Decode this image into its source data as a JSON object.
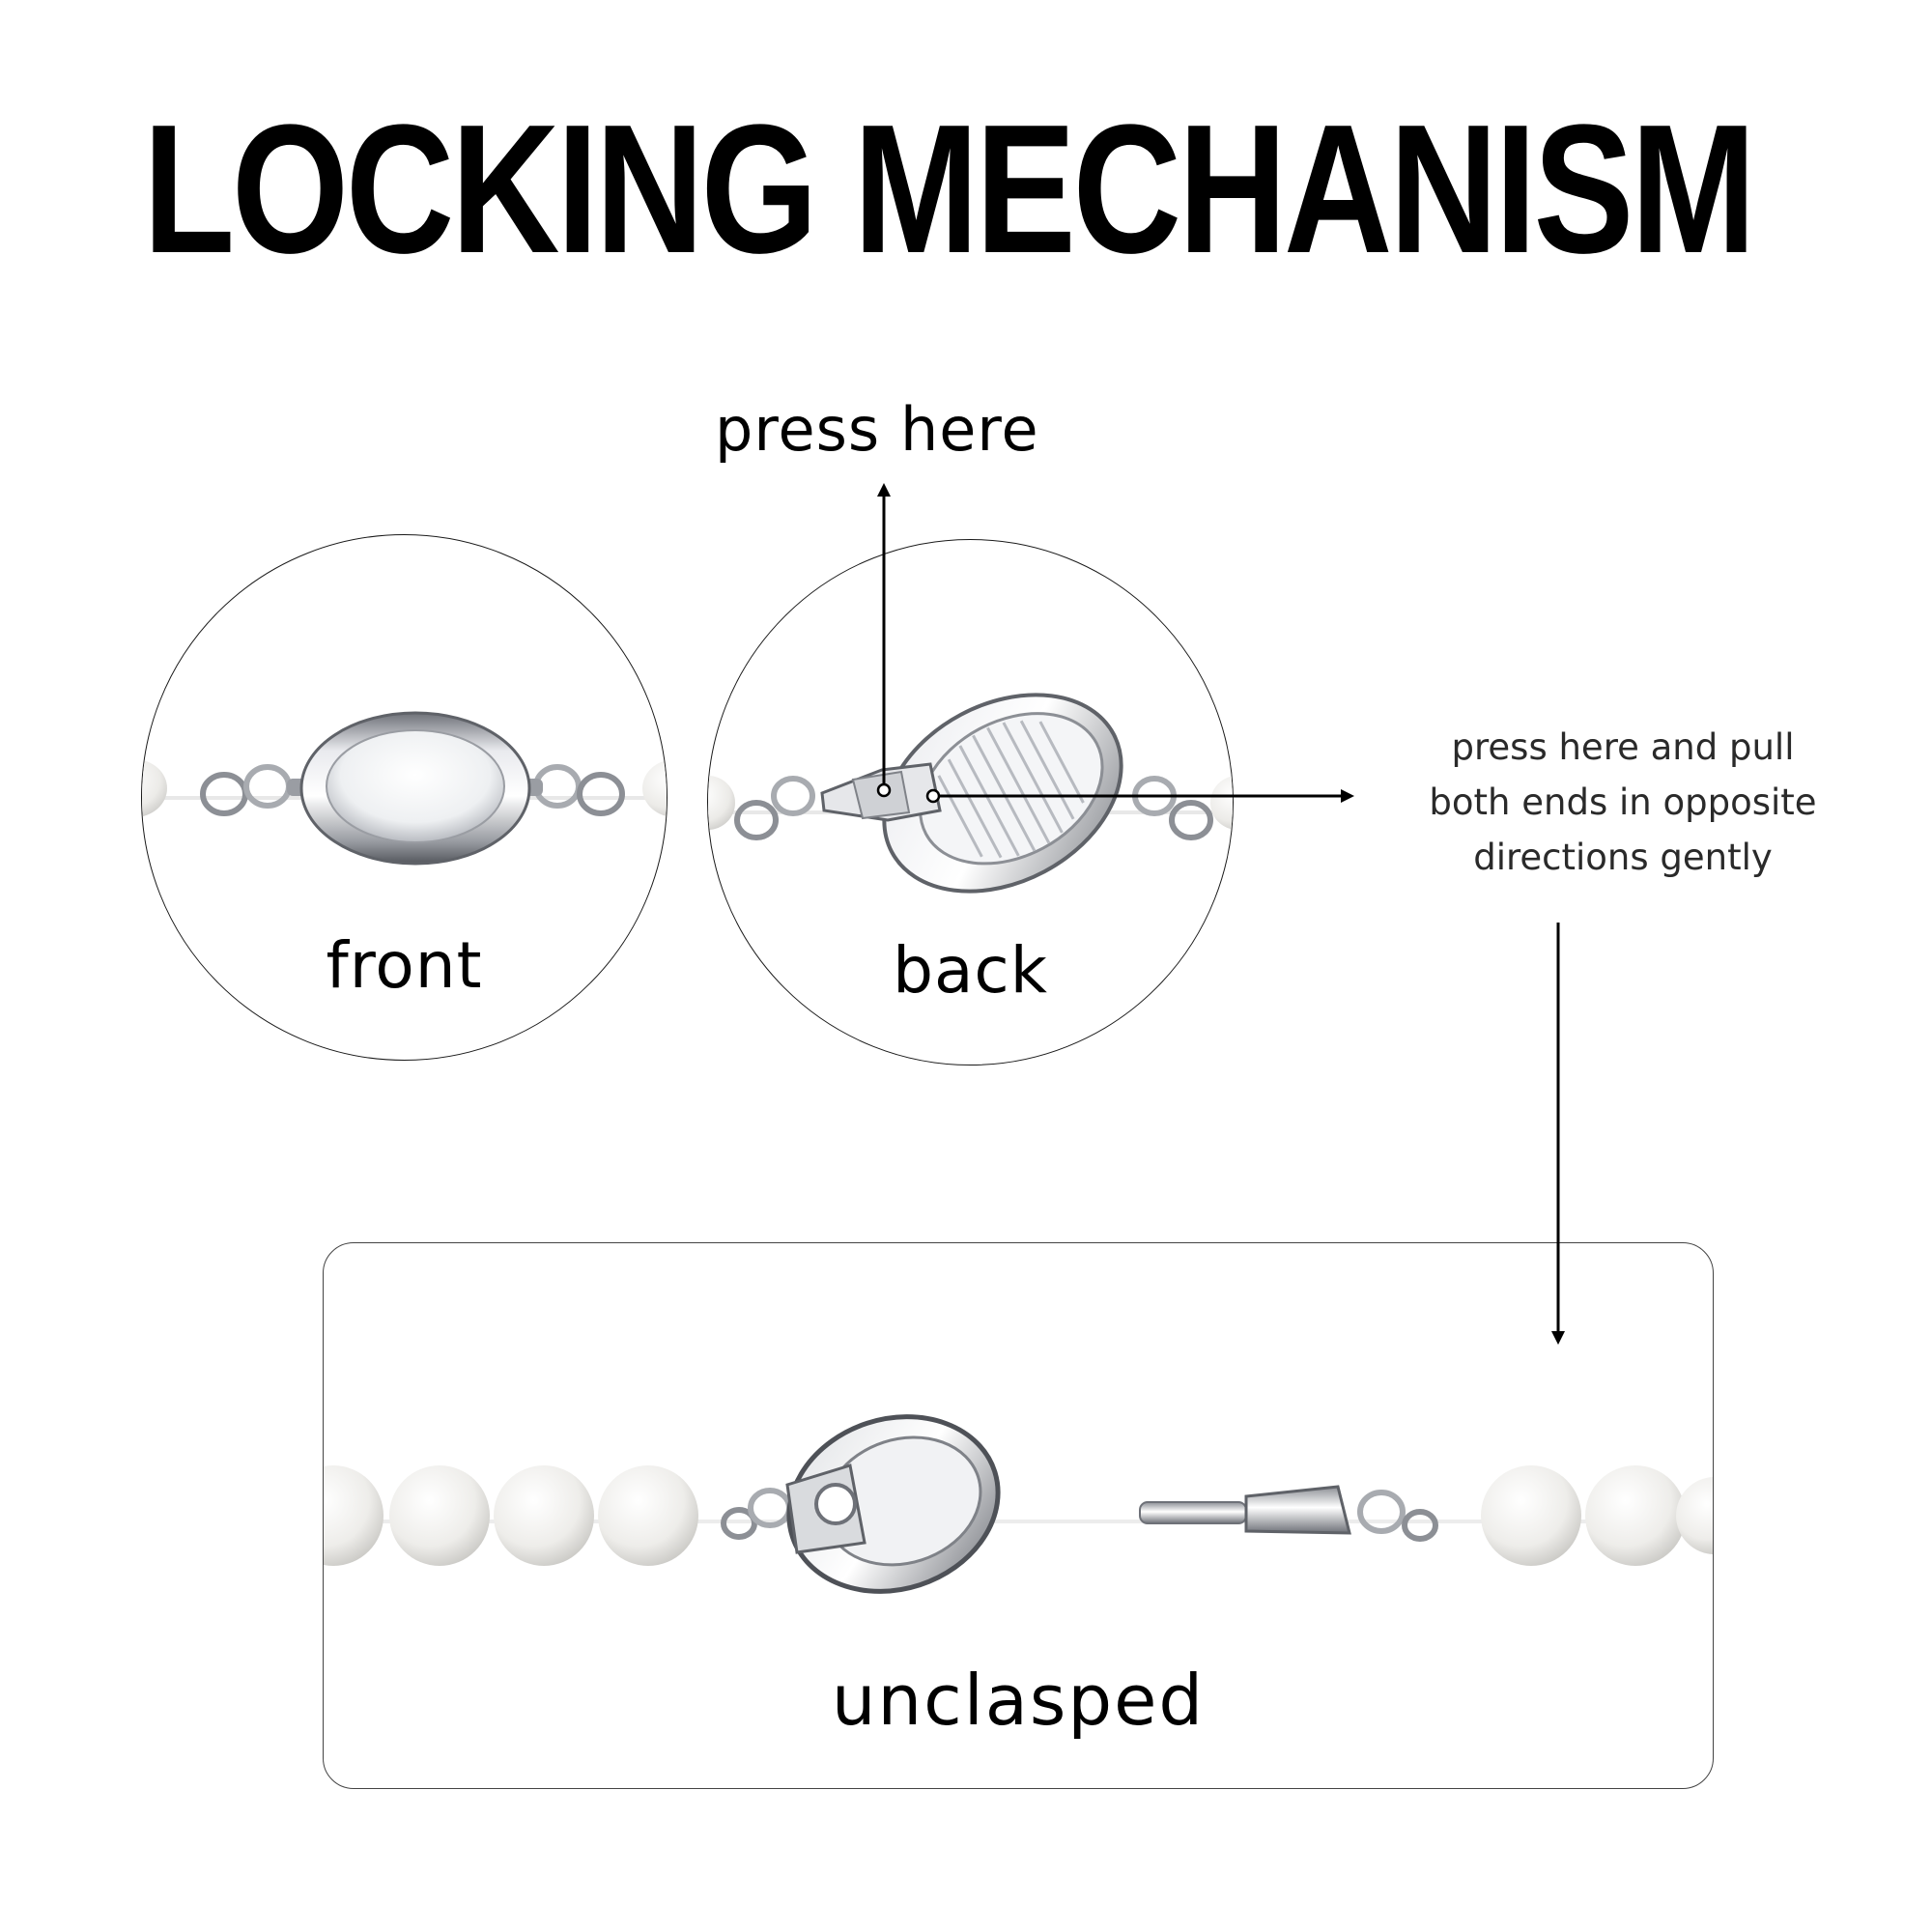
{
  "title": "LOCKING MECHANISM",
  "labels": {
    "press_here": "press here",
    "front": "front",
    "back": "back",
    "unclasped": "unclasped"
  },
  "instruction": {
    "lines": [
      "press here and pull",
      "both ends in opposite",
      "directions gently"
    ]
  },
  "colors": {
    "text": "#000000",
    "metal_light": "#f2f3f5",
    "metal_mid": "#b9bcc2",
    "metal_dark": "#6e7178",
    "pearl": "#f4f4f2"
  }
}
